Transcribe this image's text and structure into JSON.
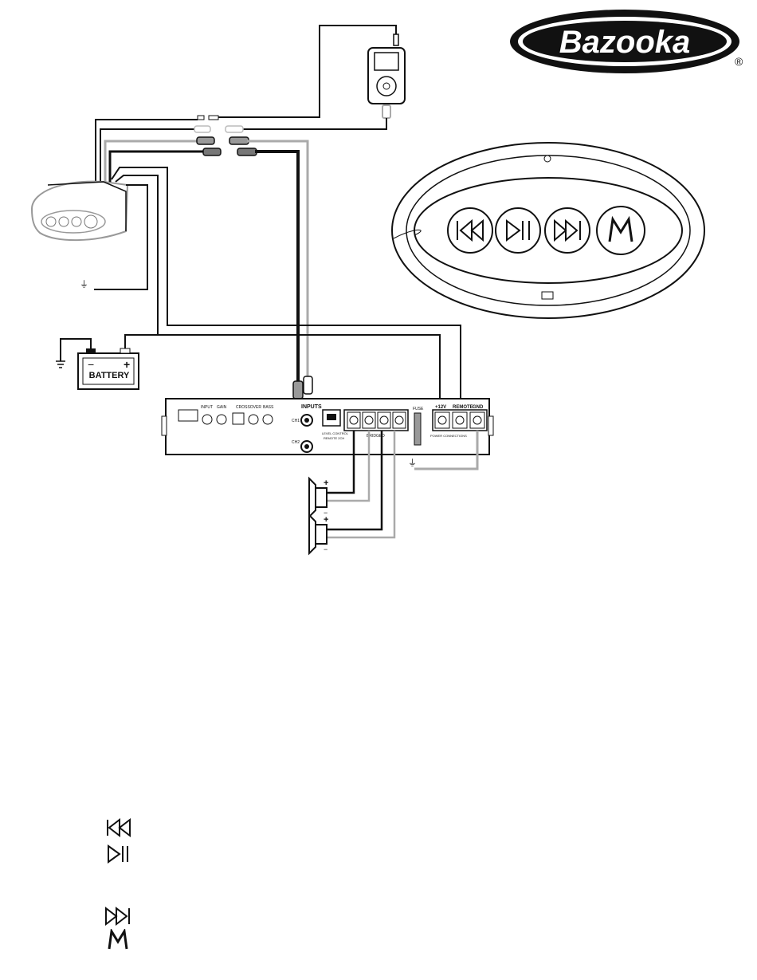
{
  "brand": {
    "logo_text": "Bazooka",
    "registered_mark": "®"
  },
  "battery": {
    "label": "BATTERY",
    "negative": "−",
    "positive": "+"
  },
  "amplifier": {
    "inputs_label": "INPUTS",
    "input_ch1": "CH1",
    "input_ch2": "CH2",
    "level_control": "LEVEL CONTROL",
    "remote_port": "REMOTE 2CH",
    "bridged_label": "BRIDGED",
    "fuse_label": "FUSE",
    "power_12v": "+12V",
    "remote": "REMOTE",
    "ground": "GND",
    "power_connections": "POWER CONNECTIONS",
    "section_labels": [
      "INPUT",
      "GAIN",
      "CROSSOVER",
      "BASS"
    ]
  },
  "speakers": {
    "positive": "+",
    "negative": "−"
  },
  "controller_buttons": [
    {
      "name": "previous",
      "glyph": "|◁◁"
    },
    {
      "name": "play-pause",
      "glyph": "▷||"
    },
    {
      "name": "next",
      "glyph": "▷▷|"
    },
    {
      "name": "mode",
      "glyph": "M"
    }
  ],
  "colors": {
    "wire_dark": "#111111",
    "wire_gray": "#a8a8a8",
    "panel_fill": "#ffffff"
  }
}
